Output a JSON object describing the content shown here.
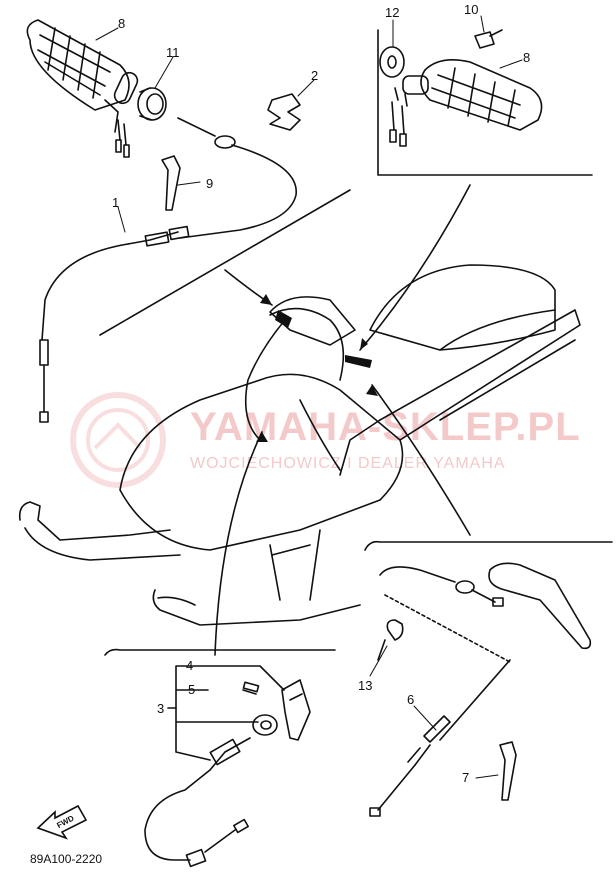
{
  "callouts": {
    "c1": "1",
    "c2": "2",
    "c3": "3",
    "c4": "4",
    "c5": "5",
    "c6": "6",
    "c7": "7",
    "c8a": "8",
    "c8b": "8",
    "c9": "9",
    "c10": "10",
    "c11": "11",
    "c12": "12",
    "c13": "13"
  },
  "diagram_code": "89A100-2220",
  "fwd_label": "FWD",
  "watermark": {
    "line1": "YAMAHA-SKLEP.PL",
    "line2": "WOJCIECHOWICZ I DEALER YAMAHA"
  },
  "colors": {
    "ink": "#111111",
    "watermark": "#f0b8b8"
  }
}
